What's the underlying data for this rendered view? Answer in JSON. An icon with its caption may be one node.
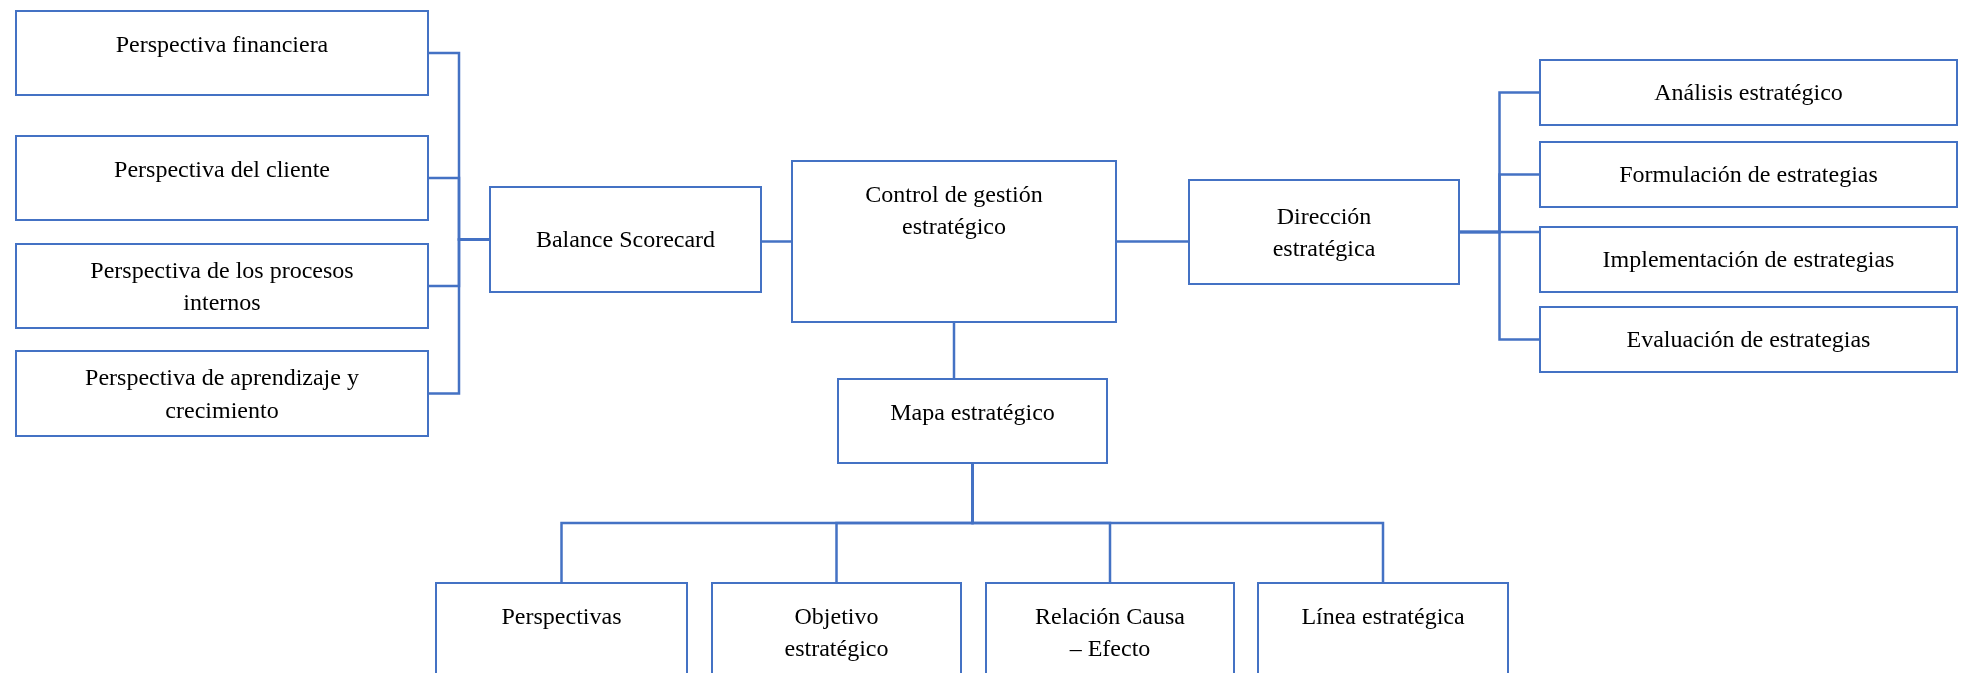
{
  "diagram": {
    "nodes": [
      {
        "text": [
          "Control de gestión estratégico"
        ]
      },
      {
        "text": [
          "Balance Scorecard"
        ]
      },
      {
        "text": [
          "Perspectiva financiera"
        ]
      },
      {
        "text": [
          "Perspectiva del cliente"
        ]
      },
      {
        "text": [
          "Perspectiva de los procesos internos"
        ]
      },
      {
        "text": [
          "Perspectiva de aprendizaje y crecimiento"
        ]
      },
      {
        "text": [
          "Dirección estratégica"
        ]
      },
      {
        "text": [
          "Análisis estratégico"
        ]
      },
      {
        "text": [
          "Formulación de estrategias"
        ]
      },
      {
        "text": [
          "Implementación de estrategias"
        ]
      },
      {
        "text": [
          "Evaluación de estrategias"
        ]
      },
      {
        "text": [
          "Mapa estratégico"
        ]
      },
      {
        "text": [
          "Perspectivas"
        ]
      },
      {
        "text": [
          "Objetivo estratégico"
        ]
      },
      {
        "text": [
          "Relación Causa – Efecto"
        ]
      },
      {
        "text": [
          "Línea estratégica"
        ]
      }
    ],
    "edges": [
      {
        "from": 0,
        "to": 1,
        "arrow": "none"
      },
      {
        "from": 1,
        "to": 2,
        "arrow": "none"
      },
      {
        "from": 1,
        "to": 3,
        "arrow": "none"
      },
      {
        "from": 1,
        "to": 4,
        "arrow": "none"
      },
      {
        "from": 1,
        "to": 5,
        "arrow": "none"
      },
      {
        "from": 0,
        "to": 6,
        "arrow": "none"
      },
      {
        "from": 6,
        "to": 7,
        "arrow": "none"
      },
      {
        "from": 6,
        "to": 8,
        "arrow": "none"
      },
      {
        "from": 6,
        "to": 9,
        "arrow": "none"
      },
      {
        "from": 6,
        "to": 10,
        "arrow": "none"
      },
      {
        "from": 0,
        "to": 11,
        "arrow": "none"
      },
      {
        "from": 11,
        "to": 12,
        "arrow": "none"
      },
      {
        "from": 11,
        "to": 13,
        "arrow": "none"
      },
      {
        "from": 11,
        "to": 14,
        "arrow": "none"
      },
      {
        "from": 11,
        "to": 15,
        "arrow": "none"
      }
    ]
  }
}
